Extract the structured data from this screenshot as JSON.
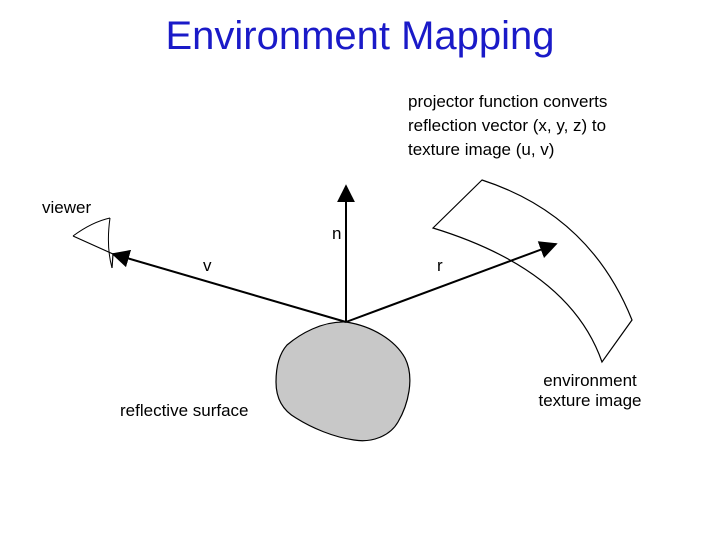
{
  "title": "Environment Mapping",
  "colors": {
    "title": "#1a1ac8",
    "surface_fill": "#c8c8c8",
    "line": "#000000"
  },
  "note": "projector function converts\nreflection vector (x, y, z) to\ntexture image (u, v)",
  "labels": {
    "viewer": "viewer",
    "n": "n",
    "v": "v",
    "r": "r",
    "reflective_surface": "reflective surface",
    "environment_texture": "environment\ntexture image"
  }
}
